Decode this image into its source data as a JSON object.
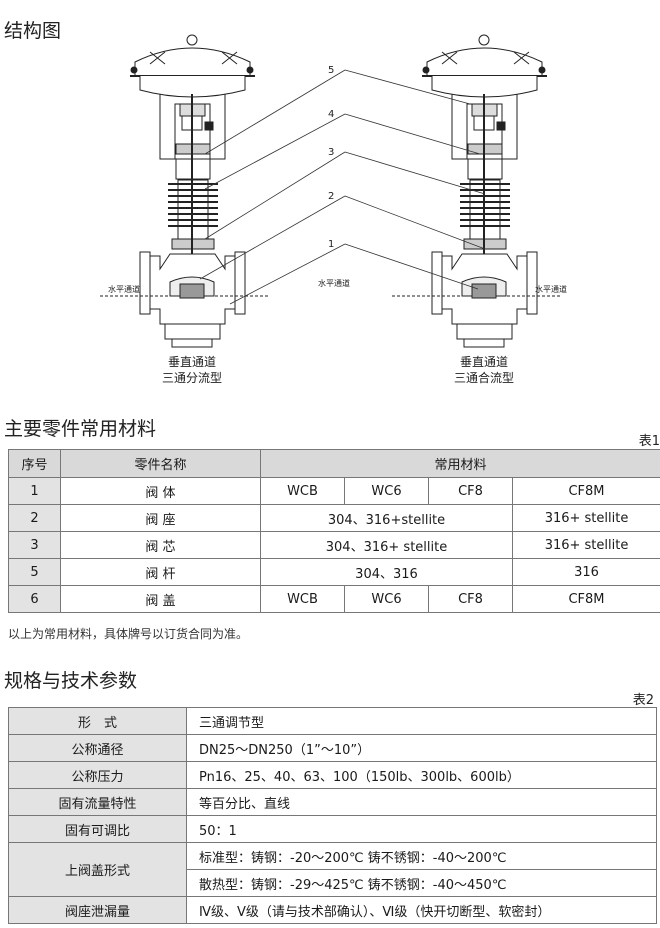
{
  "titles": {
    "structure": "结构图",
    "materials": "主要零件常用材料",
    "specs": "规格与技术参数"
  },
  "table_tags": {
    "t1": "表1",
    "t2": "表2"
  },
  "diagram": {
    "left_caption": [
      "垂直通道",
      "三通分流型"
    ],
    "right_caption": [
      "垂直通道",
      "三通合流型"
    ],
    "horizontal_label": "水平通道",
    "callouts": [
      "5",
      "4",
      "3",
      "2",
      "1"
    ]
  },
  "materials_table": {
    "headers": [
      "序号",
      "零件名称",
      "常用材料"
    ],
    "rows": [
      {
        "no": "1",
        "name": "阀 体",
        "m": [
          "WCB",
          "WC6",
          "CF8",
          "CF8M"
        ]
      },
      {
        "no": "2",
        "name": "阀 座",
        "m": [
          "304、316+stellite",
          "316+ stellite"
        ]
      },
      {
        "no": "3",
        "name": "阀 芯",
        "m": [
          "304、316+ stellite",
          "316+ stellite"
        ]
      },
      {
        "no": "5",
        "name": "阀 杆",
        "m": [
          "304、316",
          "316"
        ]
      },
      {
        "no": "6",
        "name": "阀 盖",
        "m": [
          "WCB",
          "WC6",
          "CF8",
          "CF8M"
        ]
      }
    ]
  },
  "note": "以上为常用材料，具体牌号以订货合同为准。",
  "specs_table": {
    "rows": [
      {
        "label": "形　式",
        "value": "三通调节型"
      },
      {
        "label": "公称通径",
        "value": "DN25～DN250（1”～10”）"
      },
      {
        "label": "公称压力",
        "value": "Pn16、25、40、63、100（150lb、300lb、600lb）"
      },
      {
        "label": "固有流量特性",
        "value": "等百分比、直线"
      },
      {
        "label": "固有可调比",
        "value": "50：1"
      },
      {
        "label": "上阀盖形式",
        "value": "标准型：铸钢：-20～200℃ 铸不锈钢：-40～200℃",
        "value2": "散热型：铸钢：-29～425℃ 铸不锈钢：-40～450℃"
      },
      {
        "label": "阀座泄漏量",
        "value": "Ⅳ级、Ⅴ级（请与技术部确认）、Ⅵ级（快开切断型、软密封）"
      }
    ]
  }
}
